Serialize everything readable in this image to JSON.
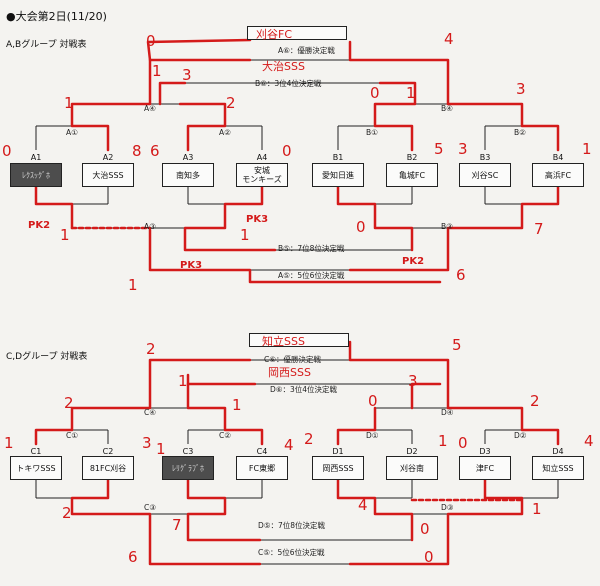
{
  "title": "●大会第2日(11/20)",
  "group_ab": {
    "title": "A,Bグループ 対戦表",
    "teams": {
      "A1": "ﾚｸｽｯｸﾞﾎ",
      "A2": "大治SSS",
      "A3": "南知多",
      "A4": "安城\nモンキーズ",
      "B1": "愛知日進",
      "B2": "亀城FC",
      "B3": "刈谷SC",
      "B4": "高浜FC"
    },
    "match_labels": {
      "a1": "A①",
      "a2": "A②",
      "a3": "A③",
      "a4": "A④",
      "a5": "A⑤",
      "b1": "B①",
      "b2": "B②",
      "b3": "B③",
      "b4": "B④",
      "b5": "B⑤",
      "final": "A⑥：優勝決定戦",
      "third": "B⑥：3位4位決定戦",
      "seventh": "B⑤：7位8位決定戦",
      "fifth": "A⑤：5位6位決定戦"
    },
    "handwritten": {
      "final_top": "刈谷FC",
      "final_mid": "大治SSS",
      "scores": {
        "final_left": "0",
        "final_right": "4",
        "third_left": "1",
        "third_right": "3",
        "a4_left": "1",
        "a4_right": "2",
        "b4_left": "0",
        "b4_mid": "1",
        "b4_right": "3",
        "a1_left": "0",
        "a1_right": "8",
        "a2_left": "6",
        "a2_right": "0",
        "b1_right": "5",
        "b2_left": "3",
        "b2_right": "1",
        "a3_left": "1",
        "a3_right": "1",
        "b3_left": "0",
        "b3_right": "7",
        "fifth_left": "1",
        "fifth_right": "6"
      },
      "pk": {
        "pk_a3_left": "PK2",
        "pk_a3_right": "PK3",
        "pk_mid_left": "PK3",
        "pk_mid_right": "PK2"
      }
    }
  },
  "group_cd": {
    "title": "C,Dグループ 対戦表",
    "teams": {
      "C1": "トキワSSS",
      "C2": "81FC刈谷",
      "C3": "ﾚﾘｸﾞﾗﾌﾞﾎ",
      "C4": "FC東郷",
      "D1": "岡西SSS",
      "D2": "刈谷南",
      "D3": "津FC",
      "D4": "知立SSS"
    },
    "match_labels": {
      "c1": "C①",
      "c2": "C②",
      "c3": "C③",
      "c4": "C④",
      "c5": "C⑤",
      "d1": "D①",
      "d2": "D②",
      "d3": "D③",
      "d4": "D④",
      "d5": "D⑤",
      "final": "C⑥：優勝決定戦",
      "third": "D⑥：3位4位決定戦",
      "seventh": "D⑤：7位8位決定戦",
      "fifth": "C⑤：5位6位決定戦"
    },
    "handwritten": {
      "final_top": "知立SSS",
      "final_mid": "岡西SSS",
      "scores": {
        "final_left": "2",
        "final_right": "5",
        "third_left": "1",
        "third_right": "3",
        "c4_left": "2",
        "c4_right": "1",
        "d4_left": "0",
        "d4_right": "2",
        "c1_left": "1",
        "c1_right": "3",
        "c2_left": "1",
        "c2_right": "4",
        "d1_left": "2",
        "d1_right": "1",
        "d2_left": "0",
        "d2_right": "4",
        "c3_left": "2",
        "c3_right": "7",
        "d3_left": "4",
        "d3_right": "1",
        "fifth_left": "6",
        "fifth_right": "0",
        "seventh_right": "0"
      }
    }
  },
  "colors": {
    "ink": "#222222",
    "pen": "#d41a1a",
    "paper": "#f4f3f0"
  }
}
